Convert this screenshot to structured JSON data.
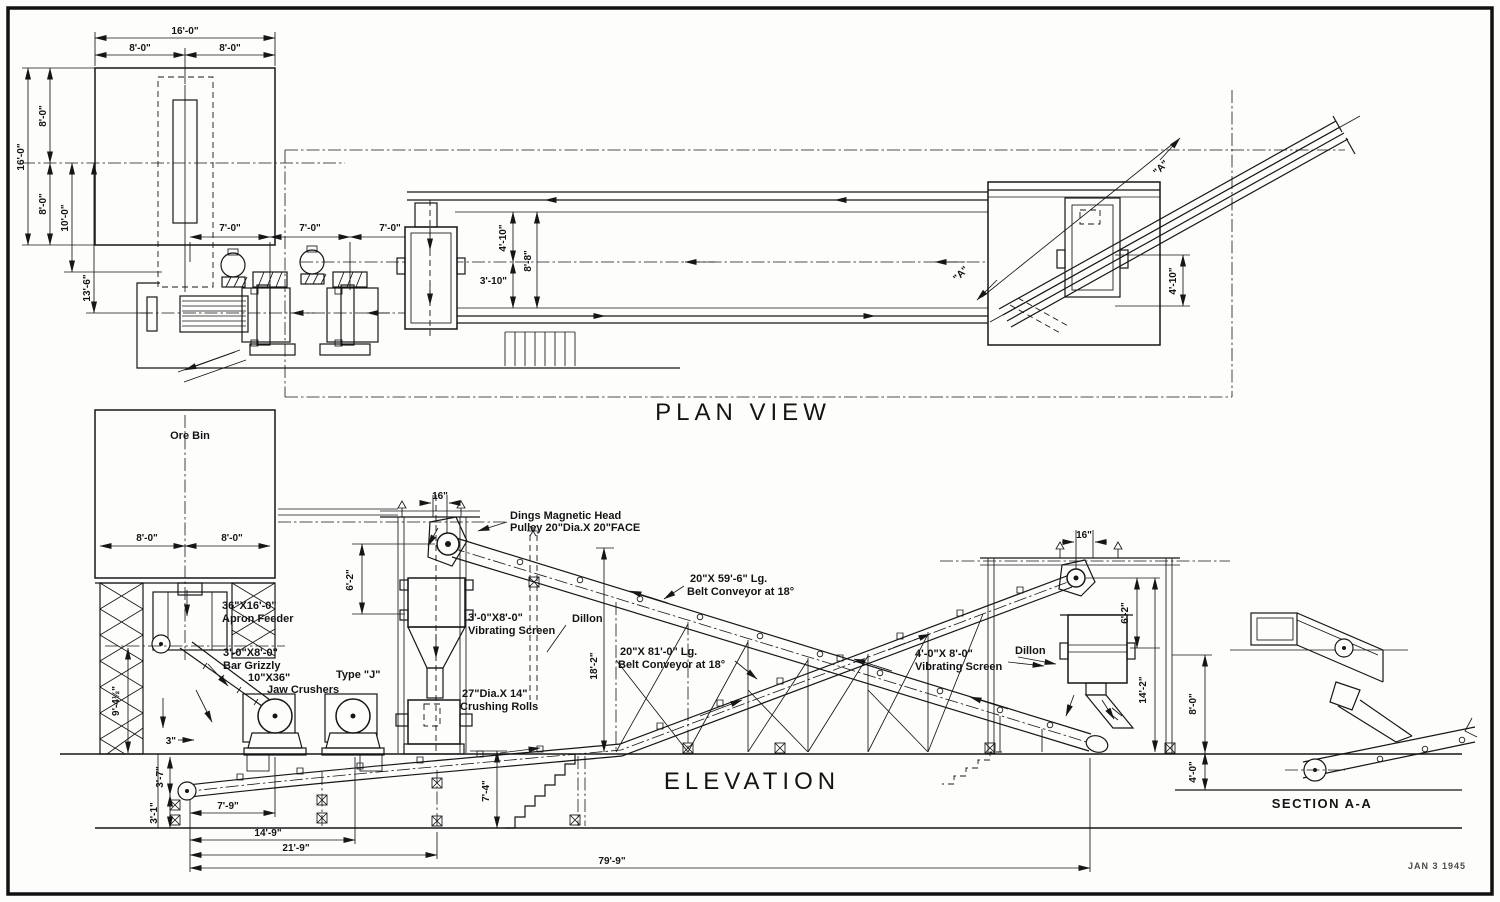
{
  "sheet": {
    "stamp": "JAN 3 1945"
  },
  "titles": {
    "plan": "PLAN VIEW",
    "elevation": "ELEVATION",
    "section": "SECTION A-A"
  },
  "plan": {
    "section_marker": "\"A\"",
    "dims": {
      "top_16": "16'-0\"",
      "top_8l": "8'-0\"",
      "top_8r": "8'-0\"",
      "left_16": "16'-0\"",
      "left_8u": "8'-0\"",
      "left_8l": "8'-0\"",
      "left_10": "10'-0\"",
      "left_13_6": "13'-6\"",
      "bay_7a": "7'-0\"",
      "bay_7b": "7'-0\"",
      "bay_7c": "7'-0\"",
      "mid_4_10": "4'-10\"",
      "mid_8_8": "8'-8\"",
      "mid_3_10": "3'-10\"",
      "right_4_10": "4'-10\""
    }
  },
  "elevation": {
    "labels": {
      "ore_bin": "Ore Bin",
      "apron_1": "36\"X16'-0\"",
      "apron_2": "Apron Feeder",
      "grizzly_1": "3'-0\"X8'-0\"",
      "grizzly_2": "Bar Grizzly",
      "jaw_1": "10\"X36\"",
      "jaw_2": "Jaw Crushers",
      "type_j": "Type \"J\"",
      "dings_1": "Dings Magnetic Head",
      "dings_2": "Pulley 20\"Dia.X 20\"FACE",
      "screen_l_1": "3'-0\"X8'-0\"",
      "screen_l_2": "Vibrating Screen",
      "rolls_1": "27\"Dia.X 14\"",
      "rolls_2": "Crushing Rolls",
      "conv59_1": "20\"X 59'-6\" Lg.",
      "conv59_2": "Belt Conveyor at 18°",
      "conv81_1": "20\"X 81'-0\" Lg.",
      "conv81_2": "Belt Conveyor at 18°",
      "screen_r_1": "4'-0\"X 8'-0\"",
      "screen_r_2": "Vibrating Screen",
      "dillon": "Dillon"
    },
    "dims": {
      "bin_8l": "8'-0\"",
      "bin_8r": "8'-0\"",
      "screen_l_16": "16\"",
      "screen_l_6_2": "6'-2\"",
      "h_18_2": "18'-2\"",
      "screen_r_16": "16\"",
      "screen_r_6_2": "6'-2\"",
      "r_14_2": "14'-2\"",
      "r_8_0": "8'-0\"",
      "r_4_0": "4'-0\"",
      "wall_9_4": "9'-4½\"",
      "gap_3": "3\"",
      "p_3_7": "3'-7\"",
      "p_3_1": "3'-1\"",
      "b_7_9": "7'-9\"",
      "b_14_9": "14'-9\"",
      "b_21_9": "21'-9\"",
      "b_79_9": "79'-9\"",
      "pit_7_4": "7'-4\""
    }
  }
}
